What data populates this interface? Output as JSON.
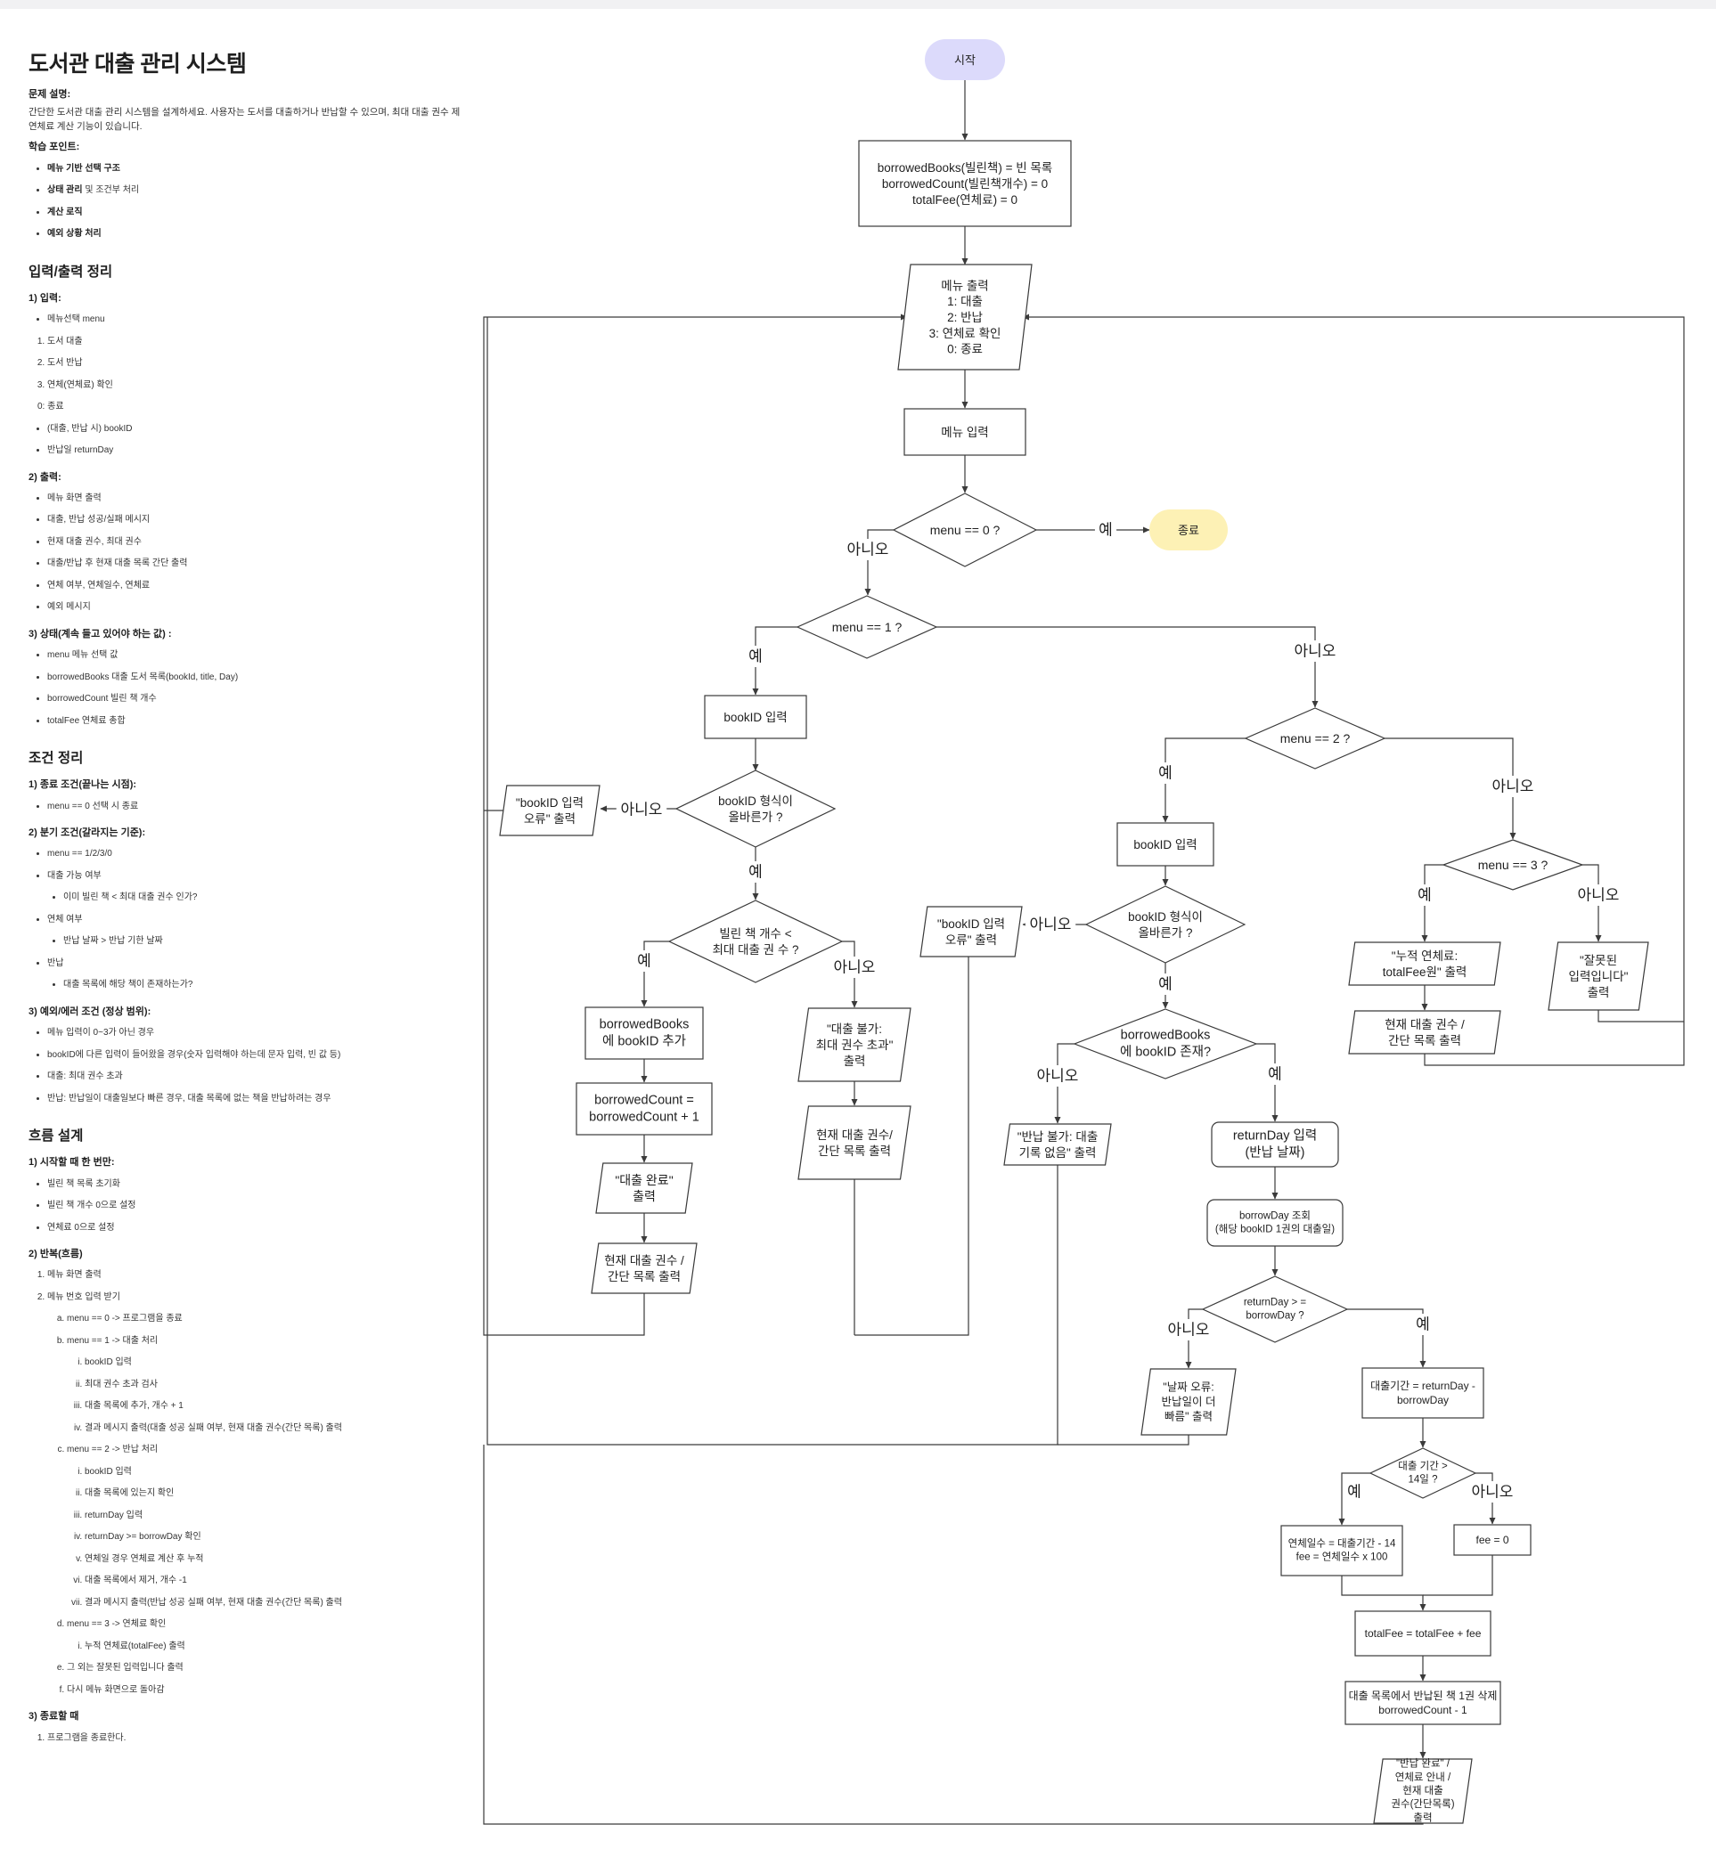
{
  "doc": {
    "title": "도서관 대출 관리 시스템",
    "problem_label": "문제 설명:",
    "problem_text_1": "간단한 도서관 대출 관리 시스템을 설계하세요. 사용자는 도서를 대출하거나 반납할 수 있으며, 최대 대출 권수 제",
    "problem_text_2": "연체료 계산 기능이 있습니다.",
    "learn_label": "학습 포인트:",
    "learn": [
      "메뉴 기반 선택 구조",
      "상태 관리",
      " 및 조건부 처리",
      "계산 로직",
      "예외 상황 처리"
    ],
    "io_title": "입력/출력 정리",
    "input_label": "1) 입력:",
    "input_items": [
      "메뉴선택 menu",
      "도서 대출",
      "도서 반납",
      "연체(연체료) 확인",
      "0:  종료",
      "(대출, 반납 시) bookID",
      "반납일 returnDay"
    ],
    "output_label": "2) 출력:",
    "output_items": [
      "메뉴 화면 출력",
      "대출, 반납 성공/실패 메시지",
      "현재 대출 권수, 최대 권수",
      "대출/반납 후 현재 대출 목록 간단 출력",
      "연체 여부, 연체일수, 연체료",
      "예외 메시지"
    ],
    "state_label": "3) 상태(계속 들고 있어야 하는 값) :",
    "state_items": [
      "menu 메뉴 선택 값",
      "borrowedBooks 대출 도서 목록(bookId, title, Day)",
      "borrowedCount 빌린 책 개수",
      "totalFee 연체료 총합"
    ],
    "cond_title": "조건 정리",
    "end_label": "1) 종료 조건(끝나는 시점):",
    "end_items": [
      "menu == 0 선택 시 종료"
    ],
    "branch_label": "2) 분기 조건(갈라지는 기준):",
    "branch_items": [
      "menu == 1/2/3/0",
      "대출 가능 여부",
      "이미 빌린 책 < 최대 대출 권수 인가?",
      "연체 여부",
      "반납 날짜 > 반납 기한 날짜",
      "반납",
      "대출 목록에 해당 책이 존재하는가?"
    ],
    "exc_label": "3) 예외/에러 조건 (정상 범위):",
    "exc_items": [
      "메뉴 입력이 0~3가 아닌 경우",
      "bookID에 다른 입력이 들어왔을 경우(숫자 입력해야 하는데 문자 입력, 빈 값 등)",
      "대출: 최대 권수 초과",
      "반납: 반납일이 대출일보다 빠른 경우, 대출 목록에 없는 책을 반납하려는 경우"
    ],
    "flow_title": "흐름 설계",
    "start_label": "1) 시작할 때 한 번만:",
    "start_items": [
      "빌린 책 목록 초기화",
      "빌린 책 개수 0으로 설정",
      "연체료 0으로 설정"
    ],
    "loop_label": "2) 반복(흐름)",
    "loop_items": [
      "메뉴 화면 출력",
      "메뉴 번호 입력 받기",
      "menu == 0 -> 프로그램을 종료",
      "menu == 1 -> 대출 처리",
      "bookID 입력",
      "최대 권수 초과 검사",
      "대출 목록에 추가, 개수 + 1",
      "결과 메시지 출력(대출 성공 실패 여부, 현재 대출 권수(간단 목록) 출력",
      "menu == 2 -> 반납 처리",
      "bookID 입력",
      "대출 목록에 있는지 확인",
      "returnDay 입력",
      "returnDay >= borrowDay 확인",
      "연체일 경우 연체료 계산 후 누적",
      "대출 목록에서 제거, 개수 -1",
      "결과 메시지 출력(반납 성공 실패 여부, 현재 대출 권수(간단 목록) 출력",
      "menu == 3 -> 연체료 확인",
      "누적 연체료(totalFee) 출력",
      "그 외는 잘못된 입력입니다 출력",
      "다시 메뉴 화면으로 돌아감"
    ],
    "final_label": "3) 종료할 때",
    "final_items": [
      "프로그램을 종료한다."
    ]
  },
  "flow": {
    "start": "시작",
    "init": [
      "borrowedBooks(빌린책) = 빈 목록",
      "borrowedCount(빌린책개수) = 0",
      "totalFee(연체료) = 0"
    ],
    "menu_print": [
      "메뉴 출력",
      "1: 대출",
      "2: 반납",
      "3: 연체료 확인",
      "0: 종료"
    ],
    "menu_input": "메뉴 입력",
    "d_menu0": "menu == 0 ?",
    "end": "종료",
    "d_menu1": "menu == 1 ?",
    "d_menu2": "menu == 2 ?",
    "d_menu3": "menu == 3 ?",
    "yes": "예",
    "no": "아니오",
    "b_bookid_in": "bookID 입력",
    "b_valid": [
      "bookID 형식이",
      "올바른가 ?"
    ],
    "b_err": [
      "\"bookID 입력",
      "오류\" 출력"
    ],
    "b_count": [
      "빌린 책 개수 <",
      "최대 대출 권 수 ?"
    ],
    "b_add": [
      "borrowedBooks",
      "에 bookID 추가"
    ],
    "b_inc": [
      "borrowedCount =",
      "borrowedCount + 1"
    ],
    "b_done": [
      "\"대출 완료\"",
      "출력"
    ],
    "b_list": [
      "현재 대출 권수 /",
      "간단 목록 출력"
    ],
    "b_fail": [
      "\"대출 불가:",
      "최대 권수 초과\"",
      "출력"
    ],
    "b_fail_list": [
      "현재 대출 권수/",
      "간단 목록 출력"
    ],
    "r_bookid_in": "bookID 입력",
    "r_valid": [
      "bookID 형식이",
      "올바른가 ?"
    ],
    "r_err": [
      "\"bookID 입력",
      "오류\" 출력"
    ],
    "r_exist": [
      "borrowedBooks",
      "에 bookID 존재?"
    ],
    "r_none": [
      "\"반납 불가: 대출",
      "기록 없음\" 출력"
    ],
    "r_day_in": [
      "returnDay 입력",
      "(반납 날짜)"
    ],
    "r_lookup": [
      "borrowDay 조회",
      "(해당 bookID 1권의 대출일)"
    ],
    "r_cmp": [
      "returnDay > =",
      "borrowDay ?"
    ],
    "r_date_err": [
      "\"날짜 오류:",
      "반납일이 더",
      "빠름\" 출력"
    ],
    "r_period": [
      "대출기간 = returnDay -",
      "borrowDay"
    ],
    "r_over": [
      "대출 기간 >",
      "14일 ?"
    ],
    "r_fee_calc": [
      "연체일수 = 대출기간 - 14",
      "fee = 연체일수 x 100"
    ],
    "r_fee0": "fee = 0",
    "r_total": "totalFee = totalFee + fee",
    "r_remove": [
      "대출 목록에서 반납된 책 1권 삭제",
      "borrowedCount - 1"
    ],
    "r_done": [
      "\"반납 완료\" /",
      "연체료 안내 /",
      "현재 대출",
      "권수(간단목록)",
      "출력"
    ],
    "f_total": [
      "\"누적 연체료:",
      "totalFee원\" 출력"
    ],
    "f_list": [
      "현재 대출 권수 /",
      "간단 목록 출력"
    ],
    "invalid": [
      "\"잘못된",
      "입력입니다\"",
      "출력"
    ],
    "colors": {
      "start_fill": "#dcdafb",
      "end_fill": "#fdf1b5",
      "stroke": "#3a3a3a"
    }
  }
}
